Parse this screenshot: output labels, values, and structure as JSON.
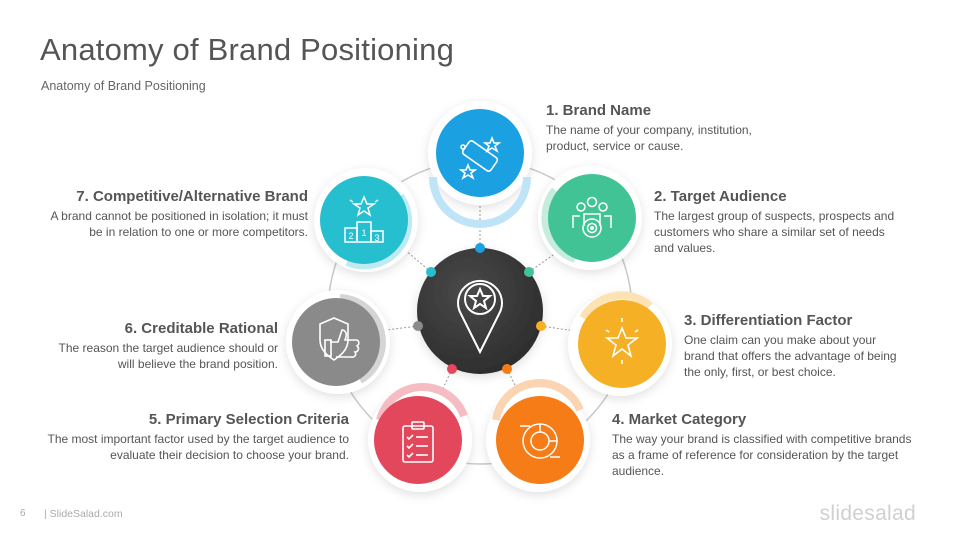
{
  "slide": {
    "title": "Anatomy of Brand Positioning",
    "subtitle": "Anatomy of Brand Positioning",
    "page_number": "6",
    "footer_site": "| SlideSalad.com",
    "footer_logo": "slidesalad"
  },
  "center": {
    "icon": "map-pin-star-icon",
    "color": "#3d3d3d"
  },
  "items": [
    {
      "title": "1. Brand Name",
      "desc": "The name of your company, institution, product, service or cause.",
      "icon": "brand-tag-icon",
      "color": "#1ba1e2"
    },
    {
      "title": "2. Target Audience",
      "desc": "The largest group of suspects, prospects and customers who share a similar set of needs and values.",
      "icon": "audience-target-icon",
      "color": "#41c396"
    },
    {
      "title": "3. Differentiation Factor",
      "desc": "One claim can you make about your brand that offers the advantage of being the only, first, or best choice.",
      "icon": "star-icon",
      "color": "#f6b025"
    },
    {
      "title": "4. Market Category",
      "desc": "The way your brand is classified with competitive brands as a frame of reference for consideration by the target audience.",
      "icon": "category-chart-icon",
      "color": "#f57c16"
    },
    {
      "title": "5. Primary Selection Criteria",
      "desc": "The most important factor used by the target audience to evaluate their decision to choose your brand.",
      "icon": "clipboard-checklist-icon",
      "color": "#e2475c"
    },
    {
      "title": "6. Creditable Rational",
      "desc": "The reason the target audience should or will believe the brand position.",
      "icon": "shield-thumbs-up-icon",
      "color": "#8a8a8a"
    },
    {
      "title": "7. Competitive/Alternative Brand",
      "desc": "A brand cannot be positioned in isolation; it must be in relation to one or more competitors.",
      "icon": "podium-star-icon",
      "color": "#26bfd0"
    }
  ]
}
